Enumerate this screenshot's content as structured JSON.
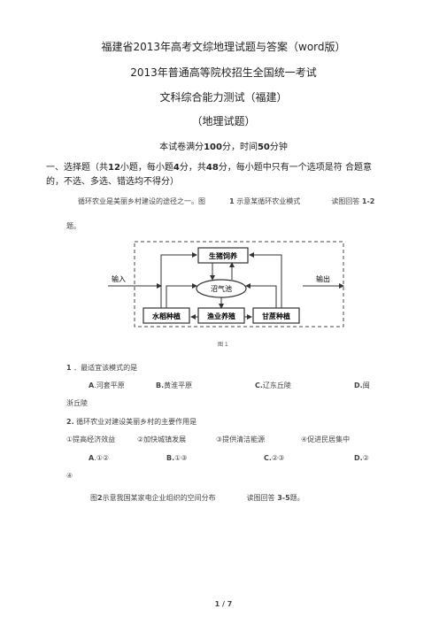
{
  "doc": {
    "heading": "福建省2013年高考文综地理试题与答案（word版）",
    "exam_title": "2013年普通高等院校招生全国统一考试",
    "test_name": "文科综合能力测试（福建）",
    "subject": "（地理试题）",
    "score_info": {
      "pre": "本试卷满分",
      "full_score": "100",
      "mid": "分，时间",
      "minutes": "50",
      "post": "分钟"
    },
    "section": {
      "line1_a": "一、选择题（共",
      "count": "12",
      "line1_b": "小题，每小题",
      "each": "4",
      "line1_c": "分，共",
      "total": "48",
      "line1_d": "分，每小题中只有一个选项是符 合题意",
      "line2": "的，不选、多选、错选均不得分）"
    },
    "intro1": {
      "a": "循环农业是美丽乡村建设的途径之一。图",
      "fig_no": "1",
      "b": "示意某循环农业模式",
      "c": "读图回答",
      "range": "1-2",
      "end": "题。"
    },
    "figure": {
      "box_top": "生猪饲养",
      "center": "沼气池",
      "box_left": "水稻种植",
      "box_middle": "渔业养殖",
      "box_right": "甘蔗种植",
      "input": "输入",
      "output": "输出",
      "caption": "图 1"
    },
    "q1": {
      "num": "1",
      "stem": "．最适宜该模式的是",
      "a_label": "A",
      "a_text": ".河套平原",
      "b_label": "B.",
      "b_text": "黄淮平原",
      "c_label": "C.",
      "c_text": "辽东丘陵",
      "d_label": "D.",
      "d_text": "闽",
      "d_cont": "浙丘陵"
    },
    "q2": {
      "num": "2.",
      "stem": "循环农业对建设美丽乡村的主要作用是",
      "opt1": "①提高经济效益",
      "opt2": "②加快城镇发展",
      "opt3": "③提供清洁能源",
      "opt4": "④促进民居集中",
      "a_label": "A",
      "a_text": ".①②",
      "b_label": "B.",
      "b_text": "①③",
      "c_label": "C.",
      "c_text": "②③",
      "d_label": "D.",
      "d_text": "②",
      "d_cont": "④"
    },
    "intro2": {
      "a": "图",
      "fig_no": "2",
      "b": "示意我国某家电企业组织的空间分布",
      "c": "读图回答",
      "range": "3-5",
      "end": "题。"
    },
    "page": {
      "current": "1",
      "sep": "/",
      "total": "7"
    }
  }
}
